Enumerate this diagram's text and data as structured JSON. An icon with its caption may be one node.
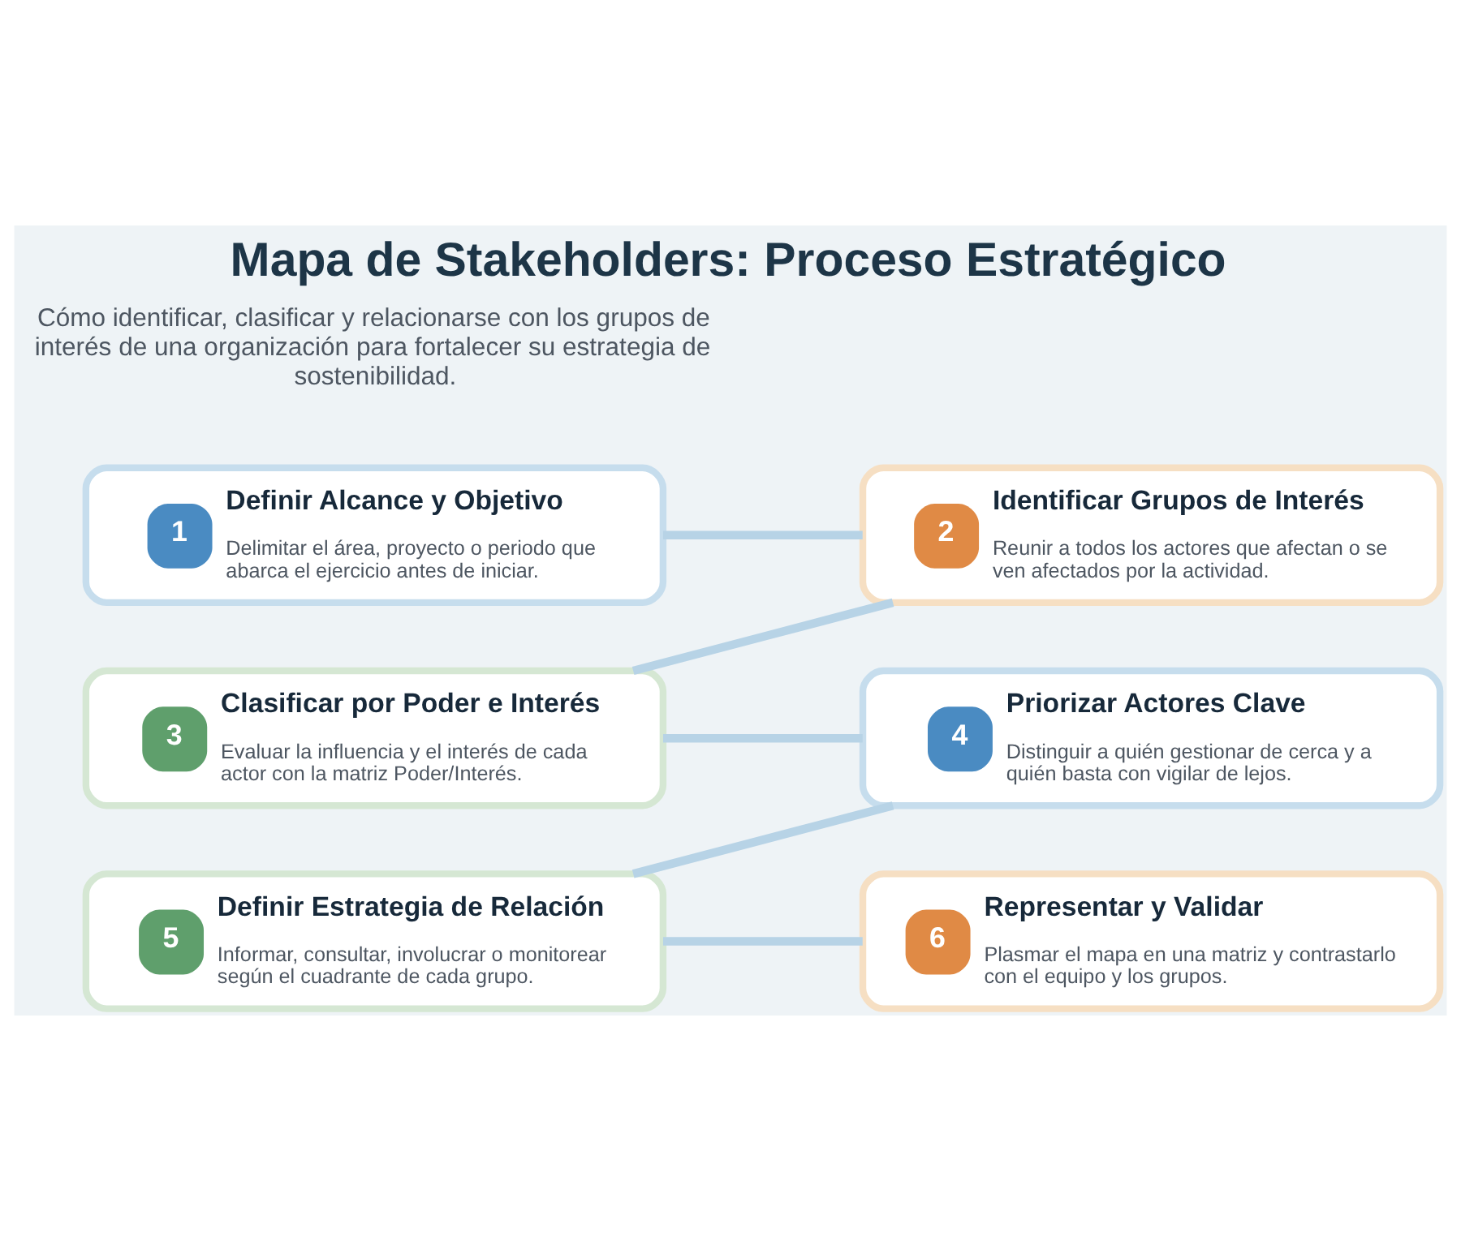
{
  "diagram": {
    "title": "Mapa de Stakeholders: Proceso Estratégico",
    "nodes": [
      {
        "text": [
          "1",
          "Definir Alcance y Objetivo",
          "Delimitar el área, proyecto o periodo que abarca el ejercicio antes de iniciar."
        ]
      },
      {
        "text": [
          "2",
          "Identificar Grupos de Interés",
          "Reunir a todos los actores que afectan o se ven afectados por la actividad."
        ]
      },
      {
        "text": [
          "3",
          "Clasificar por Poder e Interés",
          "Evaluar la influencia y el interés de cada actor con la matriz Poder/Interés."
        ]
      },
      {
        "text": [
          "4",
          "Priorizar Actores Clave",
          "Distinguir a quién gestionar de cerca y a quién basta con vigilar de lejos."
        ]
      },
      {
        "text": [
          "5",
          "Definir Estrategia de Relación",
          "Informar, consultar, involucrar o monitorear según el cuadrante de cada grupo."
        ]
      },
      {
        "text": [
          "6",
          "Representar y Validar",
          "Plasmar el mapa en una matriz y contrastarlo con el equipo y los grupos."
        ]
      }
    ],
    "edges": [
      {
        "from": 0,
        "to": 1,
        "arrow": "none"
      },
      {
        "from": 1,
        "to": 2,
        "arrow": "none"
      },
      {
        "from": 2,
        "to": 3,
        "arrow": "none"
      },
      {
        "from": 3,
        "to": 4,
        "arrow": "none"
      },
      {
        "from": 4,
        "to": 5,
        "arrow": "none"
      }
    ],
    "labels": [
      "Cómo identificar, clasificar y relacionarse con los grupos de interés de una organización para fortalecer su estrategia de sostenibilidad."
    ]
  }
}
